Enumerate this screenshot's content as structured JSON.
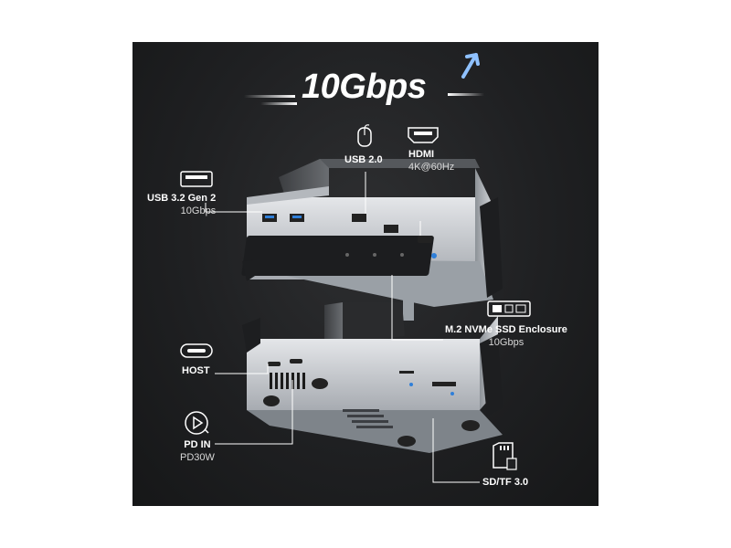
{
  "headline": {
    "speed": "10Gbps"
  },
  "callouts": {
    "usb32": {
      "title": "USB 3.2 Gen 2",
      "sub": "10Gbps"
    },
    "usb20": {
      "title": "USB 2.0"
    },
    "hdmi": {
      "title": "HDMI",
      "sub": "4K@60Hz"
    },
    "ssd": {
      "title": "M.2 NVMe SSD Enclosure",
      "sub": "10Gbps"
    },
    "host": {
      "title": "HOST"
    },
    "pdin": {
      "title": "PD IN",
      "sub": "PD30W"
    },
    "sdtf": {
      "title": "SD/TF 3.0"
    }
  },
  "icons": [
    "usb-a-port-icon",
    "mouse-icon",
    "hdmi-port-icon",
    "m2-ssd-icon",
    "usb-c-port-icon",
    "power-delivery-icon",
    "sd-card-icon",
    "up-arrow-icon"
  ],
  "colors": {
    "background": "#1f2022",
    "text": "#ffffff",
    "device_silver": "#c9ccd0",
    "accent_blue": "#2f7fd9"
  }
}
